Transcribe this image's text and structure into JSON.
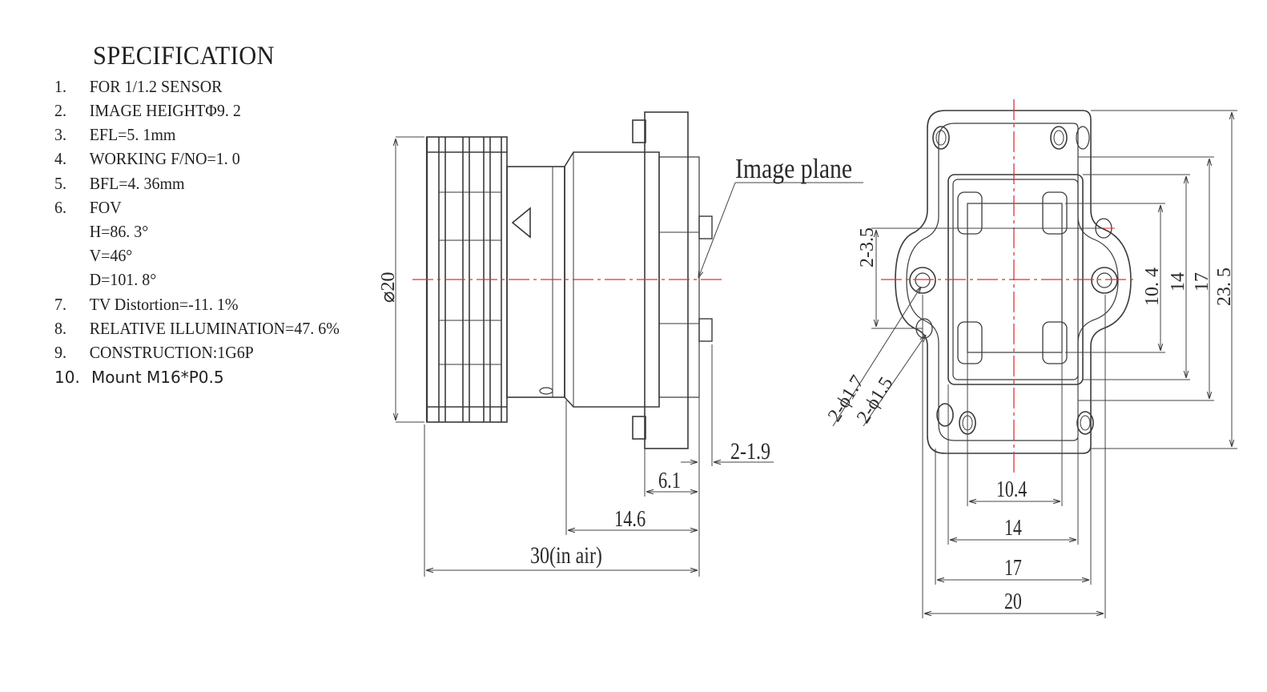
{
  "spec": {
    "title": "SPECIFICATION",
    "items": [
      {
        "num": "1.",
        "text": "FOR 1/1.2  SENSOR"
      },
      {
        "num": "2.",
        "text": "IMAGE HEIGHTΦ9. 2"
      },
      {
        "num": "3.",
        "text": "EFL=5. 1mm"
      },
      {
        "num": "4.",
        "text": "WORKING F/NO=1. 0"
      },
      {
        "num": "5.",
        "text": "BFL=4. 36mm"
      },
      {
        "num": "6.",
        "text": "FOV"
      },
      {
        "num": "",
        "text": "H=86. 3°"
      },
      {
        "num": "",
        "text": "V=46°"
      },
      {
        "num": "",
        "text": "D=101. 8°"
      },
      {
        "num": "7.",
        "text": "TV Distortion=-11. 1%"
      },
      {
        "num": "8.",
        "text": "RELATIVE ILLUMINATION=47. 6%"
      },
      {
        "num": "9.",
        "text": "CONSTRUCTION:1G6P"
      },
      {
        "num": "10.",
        "text": "Mount M16*P0.5"
      }
    ]
  },
  "side_view": {
    "image_plane_label": "Image plane",
    "diameter_label": "⌀20",
    "dim_2_1_9": "2-1.9",
    "dim_6_1": "6.1",
    "dim_14_6": "14.6",
    "dim_30": "30(in air)"
  },
  "front_view": {
    "dim_2_3_5": "2-3.5",
    "dim_phi_1_7": "2-ϕ1.7",
    "dim_phi_1_5": "2-ϕ1.5",
    "dim_v_10_4": "10. 4",
    "dim_v_14": "14",
    "dim_v_17": "17",
    "dim_v_23_5": "23. 5",
    "dim_h_10_4": "10.4",
    "dim_h_14": "14",
    "dim_h_17": "17",
    "dim_h_20": "20"
  },
  "colors": {
    "line": "#3a3a3a",
    "centerline": "#e03030"
  }
}
